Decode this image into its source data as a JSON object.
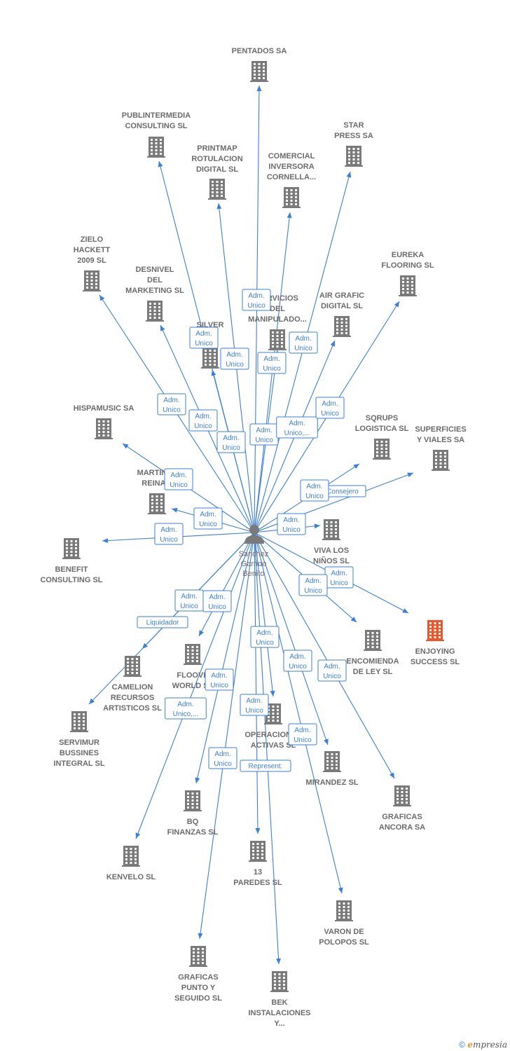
{
  "center": {
    "id": "person",
    "label_lines": [
      "Sanchez",
      "Garrido",
      "Benito"
    ]
  },
  "nodes": [
    {
      "id": "pentados",
      "label_lines": [
        "PENTADOS SA"
      ]
    },
    {
      "id": "publintermedia",
      "label_lines": [
        "PUBLINTERMEDIA",
        "CONSULTING SL"
      ]
    },
    {
      "id": "star",
      "label_lines": [
        "STAR",
        "PRESS SA"
      ]
    },
    {
      "id": "printmap",
      "label_lines": [
        "PRINTMAP",
        "ROTULACION",
        "DIGITAL SL"
      ]
    },
    {
      "id": "comercial",
      "label_lines": [
        "COMERCIAL",
        "INVERSORA",
        "CORNELLA..."
      ]
    },
    {
      "id": "zielo",
      "label_lines": [
        "ZIELO",
        "HACKETT",
        "2009 SL"
      ]
    },
    {
      "id": "eureka",
      "label_lines": [
        "EUREKA",
        "FLOORING SL"
      ]
    },
    {
      "id": "desnivel",
      "label_lines": [
        "DESNIVEL",
        "DEL",
        "MARKETING SL"
      ]
    },
    {
      "id": "servicios",
      "label_lines": [
        "SERVICIOS",
        "DEL",
        "MANIPULADO..."
      ]
    },
    {
      "id": "airgrafic",
      "label_lines": [
        "AIR GRAFIC",
        "DIGITAL SL"
      ]
    },
    {
      "id": "silver",
      "label_lines": [
        "SILVER",
        "...SL"
      ]
    },
    {
      "id": "hispamusic",
      "label_lines": [
        "HISPAMUSIC SA"
      ]
    },
    {
      "id": "sqrups",
      "label_lines": [
        "SQRUPS",
        "LOGISTICA  SL"
      ]
    },
    {
      "id": "superficies",
      "label_lines": [
        "SUPERFICIES",
        "Y VIALES SA"
      ]
    },
    {
      "id": "martinez",
      "label_lines": [
        "MARTINEZ",
        "REINA..."
      ]
    },
    {
      "id": "vivalos",
      "label_lines": [
        "VIVA LOS",
        "NIÑOS SL"
      ]
    },
    {
      "id": "benefit",
      "label_lines": [
        "BENEFIT",
        "CONSULTING SL"
      ]
    },
    {
      "id": "enjoying",
      "label_lines": [
        "ENJOYING",
        "SUCCESS  SL"
      ],
      "highlight": true
    },
    {
      "id": "encomienda",
      "label_lines": [
        "ENCOMIENDA",
        "DE LEY  SL"
      ]
    },
    {
      "id": "camelion",
      "label_lines": [
        "CAMELION",
        "RECURSOS",
        "ARTISTICOS SL"
      ]
    },
    {
      "id": "floove",
      "label_lines": [
        "FLOOVE",
        "WORLD SL"
      ]
    },
    {
      "id": "servimur",
      "label_lines": [
        "SERVIMUR",
        "BUSSINES",
        "INTEGRAL SL"
      ]
    },
    {
      "id": "operaciones",
      "label_lines": [
        "OPERACIONES",
        "ACTIVAS SL"
      ]
    },
    {
      "id": "mirandez",
      "label_lines": [
        "MIRANDEZ SL"
      ]
    },
    {
      "id": "graficasancora",
      "label_lines": [
        "GRAFICAS",
        "ANCORA SA"
      ]
    },
    {
      "id": "bq",
      "label_lines": [
        "BQ",
        "FINANZAS SL"
      ]
    },
    {
      "id": "kenvelo",
      "label_lines": [
        "KENVELO  SL"
      ]
    },
    {
      "id": "trece",
      "label_lines": [
        "13",
        "PAREDES SL"
      ]
    },
    {
      "id": "varon",
      "label_lines": [
        "VARON DE",
        "POLOPOS SL"
      ]
    },
    {
      "id": "graficaspunto",
      "label_lines": [
        "GRAFICAS",
        "PUNTO Y",
        "SEGUIDO SL"
      ]
    },
    {
      "id": "bek",
      "label_lines": [
        "BEK",
        "INSTALACIONES",
        "Y..."
      ]
    }
  ],
  "relations": [
    {
      "target": "servicios",
      "label_lines": [
        "Adm.",
        "Unico"
      ]
    },
    {
      "target": "silver",
      "label_lines": [
        "Adm.",
        "Unico"
      ]
    },
    {
      "target": "printmap",
      "label_lines": [
        "Adm.",
        "Unico"
      ]
    },
    {
      "target": "comercial",
      "label_lines": [
        "Adm.",
        "Unico"
      ]
    },
    {
      "target": "airgrafic",
      "label_lines": [
        "Adm.",
        "Unico"
      ]
    },
    {
      "target": "zielo",
      "label_lines": [
        "Adm.",
        "Unico"
      ]
    },
    {
      "target": "desnivel",
      "label_lines": [
        "Adm.",
        "Unico"
      ]
    },
    {
      "target": "publintermedia",
      "label_lines": [
        "Adm.",
        "Unico"
      ]
    },
    {
      "target": "pentados",
      "label_lines": [
        "Adm.",
        "Unico"
      ]
    },
    {
      "target": "star",
      "label_lines": [
        "Adm.",
        "Unico,..."
      ]
    },
    {
      "target": "eureka",
      "label_lines": [
        "Adm.",
        "Unico"
      ]
    },
    {
      "target": "hispamusic",
      "label_lines": [
        "Adm.",
        "Unico"
      ]
    },
    {
      "target": "superficies",
      "label_lines": [
        "Consejero"
      ]
    },
    {
      "target": "sqrups",
      "label_lines": [
        "Adm.",
        "Unico"
      ]
    },
    {
      "target": "martinez",
      "label_lines": [
        "Adm.",
        "Unico"
      ]
    },
    {
      "target": "benefit",
      "label_lines": [
        "Adm.",
        "Unico"
      ]
    },
    {
      "target": "vivalos",
      "label_lines": [
        "Adm.",
        "Unico"
      ]
    },
    {
      "target": "enjoying",
      "label_lines": [
        "Adm.",
        "Unico"
      ]
    },
    {
      "target": "encomienda",
      "label_lines": [
        "Adm.",
        "Unico"
      ]
    },
    {
      "target": "servimur",
      "label_lines": [
        "Liquidador"
      ]
    },
    {
      "target": "camelion",
      "label_lines": [
        "Adm.",
        "Unico"
      ]
    },
    {
      "target": "floove",
      "label_lines": [
        "Adm.",
        "Unico"
      ]
    },
    {
      "target": "operaciones",
      "label_lines": [
        "Adm.",
        "Unico"
      ]
    },
    {
      "target": "mirandez",
      "label_lines": [
        "Adm.",
        "Unico"
      ]
    },
    {
      "target": "graficasancora",
      "label_lines": [
        "Adm.",
        "Unico"
      ]
    },
    {
      "target": "bq",
      "label_lines": [
        "Adm.",
        "Unico"
      ]
    },
    {
      "target": "kenvelo",
      "label_lines": [
        "Adm.",
        "Unico,..."
      ]
    },
    {
      "target": "trece",
      "label_lines": [
        "Adm.",
        "Unico"
      ]
    },
    {
      "target": "bek",
      "label_lines": [
        "Represent."
      ]
    },
    {
      "target": "varon",
      "label_lines": [
        "Adm.",
        "Unico"
      ]
    },
    {
      "target": "graficaspunto",
      "label_lines": [
        "Adm.",
        "Unico"
      ]
    }
  ],
  "colors": {
    "edge": "#3d7fd6",
    "node": "#7a7a7a",
    "highlight": "#f0552a"
  },
  "footer": {
    "copyright": "©",
    "brand_initial": "e",
    "brand_rest": "mpresia"
  }
}
